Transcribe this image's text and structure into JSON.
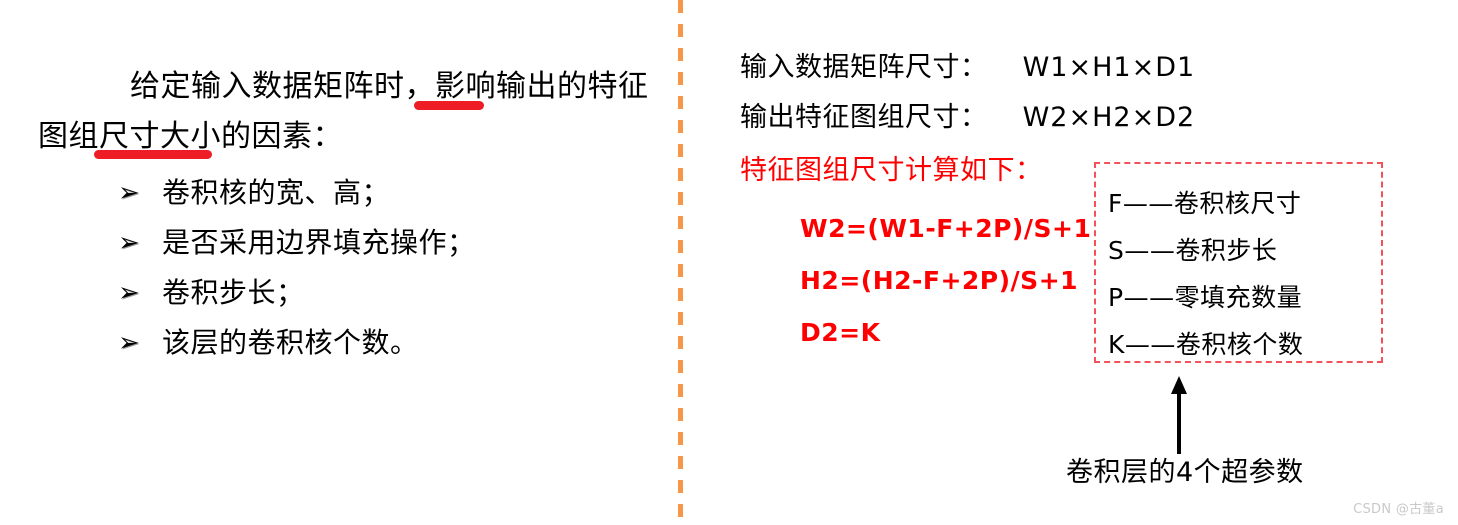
{
  "slide": {
    "left_column": {
      "paragraph": "给定输入数据矩阵时，影响输出的特征图组尺寸大小的因素：",
      "bullet_marker": "➢",
      "bullets": [
        {
          "text": "卷积核的宽、高；"
        },
        {
          "text": "是否采用边界填充操作；"
        },
        {
          "text": "卷积步长；"
        },
        {
          "text": "该层的卷积核个数。"
        }
      ],
      "highlight_color": "#ee1c25"
    },
    "divider": {
      "color": "#f79646",
      "style": "dashed-vertical"
    },
    "right_column": {
      "io_lines": [
        {
          "label": "输入数据矩阵尺寸：",
          "dims": "W1×H1×D1"
        },
        {
          "label": "输出特征图组尺寸：",
          "dims": "W2×H2×D2"
        }
      ],
      "calc_heading": "特征图组尺寸计算如下：",
      "calc_heading_color": "#ff0000",
      "formulas": [
        {
          "text": "W2=(W1-F+2P)/S+1"
        },
        {
          "text": "H2=(H2-F+2P)/S+1"
        },
        {
          "text": "D2=K"
        }
      ],
      "legend": {
        "border_color": "#f4525a",
        "items": [
          {
            "text": "F——卷积核尺寸"
          },
          {
            "text": "S——卷积步长"
          },
          {
            "text": "P——零填充数量"
          },
          {
            "text": "K——卷积核个数"
          }
        ]
      },
      "caption": "卷积层的4个超参数"
    },
    "watermark": "CSDN @古董a"
  }
}
